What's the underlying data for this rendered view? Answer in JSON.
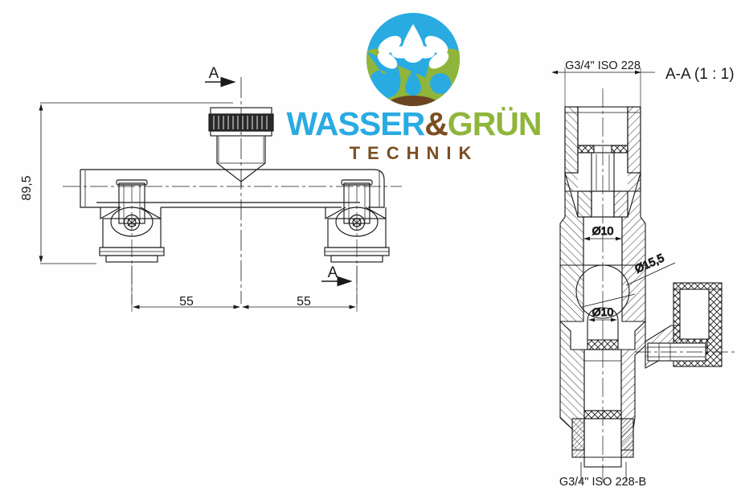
{
  "document": {
    "type": "engineering-drawing",
    "description": "Dimensioned technical drawing of a dual wall-mount water valve / tap body with sectional view"
  },
  "logo": {
    "word_1": "WASSER",
    "ampersand": "&",
    "word_2": "GRÜN",
    "tagline": "TECHNIK",
    "colors": {
      "blue": "#29ABE2",
      "green": "#8FB53B",
      "brown": "#7A4E22",
      "drop_white": "#ffffff"
    }
  },
  "front_view": {
    "dimensions": {
      "height_overall": "89,5",
      "left_center_distance": "55",
      "right_center_distance": "55"
    },
    "section_marks": {
      "top_label": "A",
      "bottom_label": "A"
    }
  },
  "section_view": {
    "title": "A-A (1 : 1)",
    "thread_top": "G3/4\" ISO 228",
    "thread_bottom": "G3/4\" ISO 228-B",
    "bore_upper": "Ø10",
    "bore_lower": "Ø10",
    "ball_diameter": "Ø15,5"
  },
  "style": {
    "line_color": "#1a1a1a",
    "hatch_color": "#1a1a1a",
    "background": "#fefefe"
  }
}
